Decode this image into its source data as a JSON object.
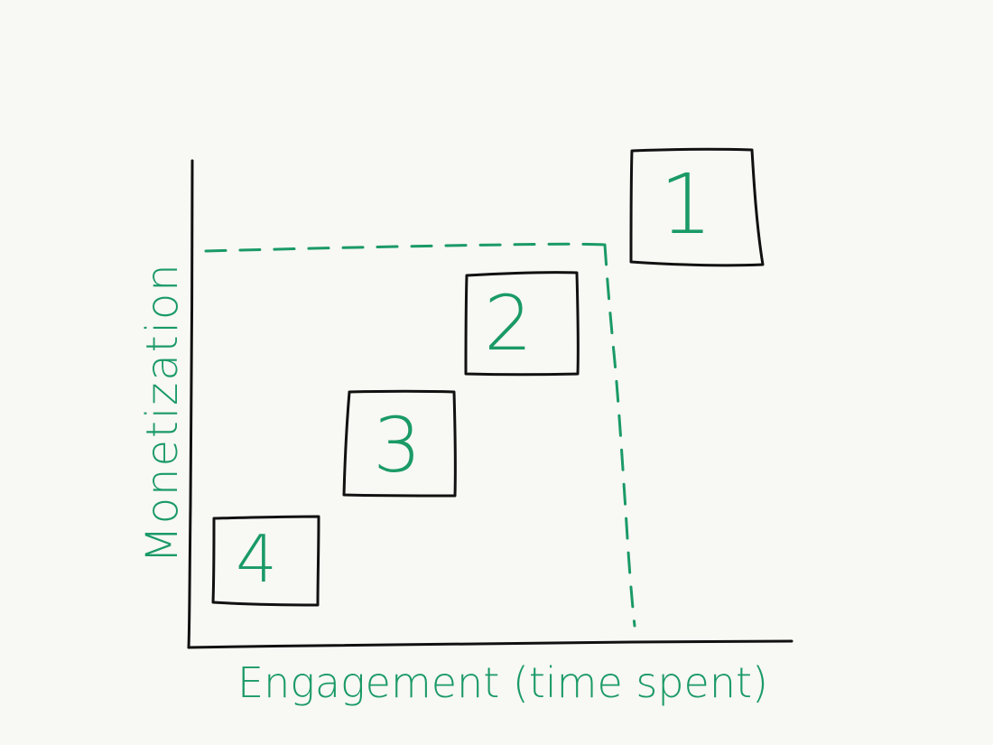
{
  "colors": {
    "background": "#f8f8f4",
    "ink": "#111111",
    "accent": "#1a9a66"
  },
  "axes": {
    "x_label": "Engagement (time spent)",
    "y_label": "Monetization"
  },
  "boxes": [
    {
      "label": "1",
      "rank": 1
    },
    {
      "label": "2",
      "rank": 2
    },
    {
      "label": "3",
      "rank": 3
    },
    {
      "label": "4",
      "rank": 4
    }
  ]
}
